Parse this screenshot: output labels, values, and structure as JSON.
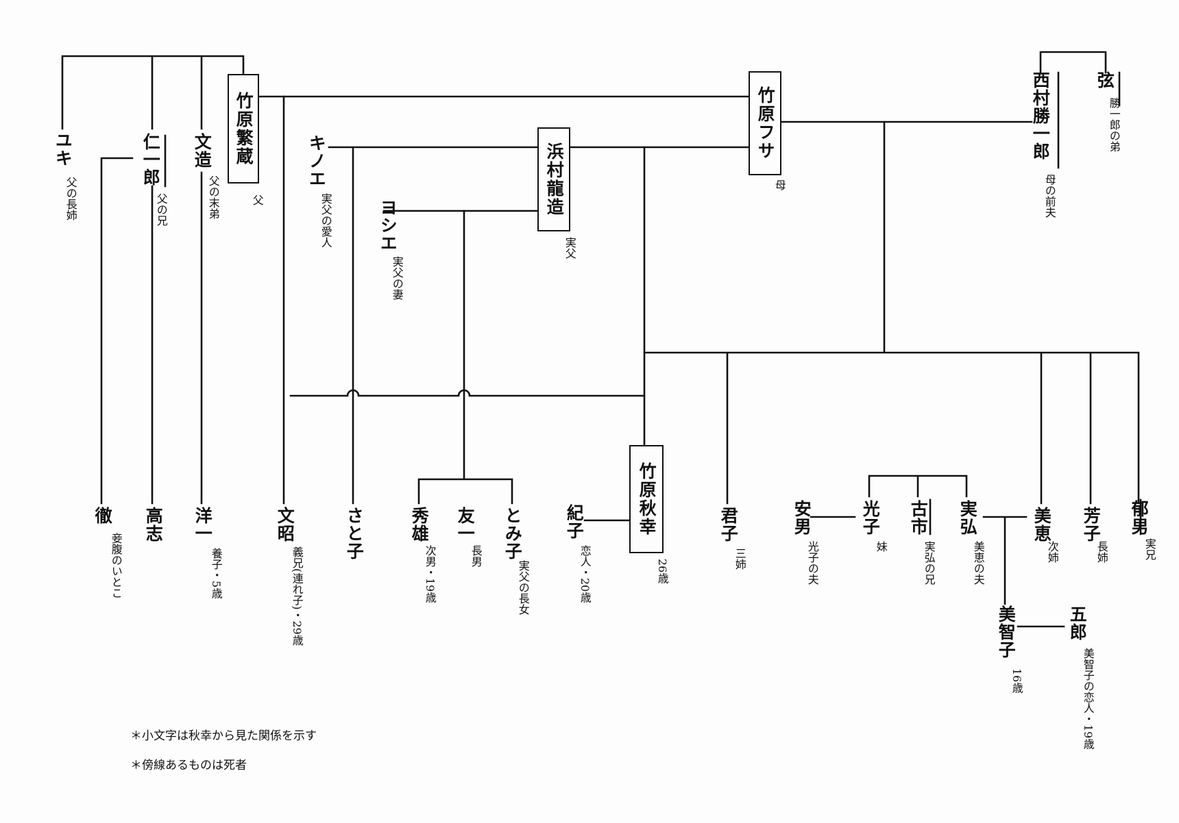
{
  "boxes": {
    "shigezo": "竹原繁蔵",
    "fusa": "竹原フサ",
    "ryuzo": "浜村龍造",
    "akiyuki": "竹原秋幸"
  },
  "names": {
    "yuki": "ユキ",
    "jinichiro": "仁一郎",
    "bunzo": "文造",
    "kinoe": "キノエ",
    "yoshie": "ヨシエ",
    "gen": "弦",
    "nishimura": "西村勝一郎",
    "toru": "徹",
    "takashi": "高志",
    "yoichi": "洋一",
    "fumiaki": "文昭",
    "satoko": "さと子",
    "hideo": "秀雄",
    "tomokazu": "友一",
    "tomiko": "とみ子",
    "noriko": "紀子",
    "kimiko": "君子",
    "yasuo": "安男",
    "mitsuko": "光子",
    "furuichi": "古市",
    "sanehiro": "実弘",
    "mie": "美恵",
    "yoshiko": "芳子",
    "ikuo": "郁男",
    "michiko": "美智子",
    "goro": "五郎"
  },
  "relations": {
    "yuki": "父の長姉",
    "jinichiro": "父の兄",
    "bunzo": "父の末弟",
    "shigezo": "父",
    "kinoe": "実父の愛人",
    "yoshie": "実父の妻",
    "ryuzo": "実父",
    "fusa": "母",
    "gen": "勝一郎の弟",
    "nishimura": "母の前夫",
    "toru": "妾腹のいとこ",
    "yoichi": "養子・5歳",
    "fumiaki": "義兄(連れ子)・29歳",
    "hideo": "次男・19歳",
    "tomokazu": "長男",
    "tomiko": "実父の長女",
    "noriko": "恋人・20歳",
    "akiyuki": "26歳",
    "kimiko": "三姉",
    "yasuo": "光子の夫",
    "mitsuko": "妹",
    "furuichi": "実弘の兄",
    "sanehiro": "美恵の夫",
    "mie": "次姉",
    "yoshiko": "長姉",
    "ikuo": "実兄",
    "michiko": "16歳",
    "goro": "美智子の恋人・19歳"
  },
  "notes": {
    "lowercase": "＊小文字は秋幸から見た関係を示す",
    "sideline": "＊傍線あるものは死者"
  }
}
